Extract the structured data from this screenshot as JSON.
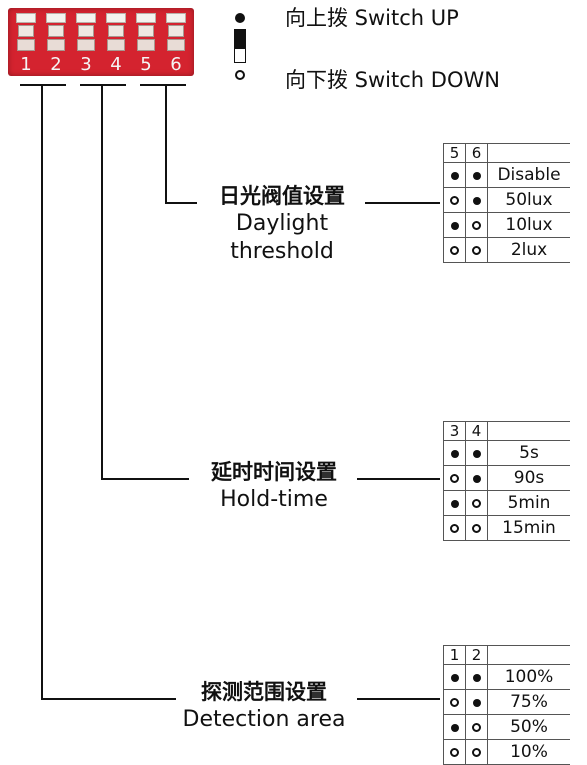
{
  "dip_switch": {
    "numbers": [
      "1",
      "2",
      "3",
      "4",
      "5",
      "6"
    ]
  },
  "legend": {
    "up_label": "向上拨 Switch UP",
    "down_label": "向下拨 Switch DOWN"
  },
  "daylight": {
    "label_cn": "日光阀值设置",
    "label_en_line1": "Daylight",
    "label_en_line2": "threshold",
    "headers": [
      "5",
      "6",
      ""
    ],
    "rows": [
      {
        "a": "on",
        "b": "on",
        "value": "Disable"
      },
      {
        "a": "off",
        "b": "on",
        "value": "50lux"
      },
      {
        "a": "on",
        "b": "off",
        "value": "10lux"
      },
      {
        "a": "off",
        "b": "off",
        "value": "2lux"
      }
    ]
  },
  "hold_time": {
    "label_cn": "延时时间设置",
    "label_en": "Hold-time",
    "headers": [
      "3",
      "4",
      ""
    ],
    "rows": [
      {
        "a": "on",
        "b": "on",
        "value": "5s"
      },
      {
        "a": "off",
        "b": "on",
        "value": "90s"
      },
      {
        "a": "on",
        "b": "off",
        "value": "5min"
      },
      {
        "a": "off",
        "b": "off",
        "value": "15min"
      }
    ]
  },
  "detection": {
    "label_cn": "探测范围设置",
    "label_en": "Detection area",
    "headers": [
      "1",
      "2",
      ""
    ],
    "rows": [
      {
        "a": "on",
        "b": "on",
        "value": "100%"
      },
      {
        "a": "off",
        "b": "on",
        "value": "75%"
      },
      {
        "a": "on",
        "b": "off",
        "value": "50%"
      },
      {
        "a": "off",
        "b": "off",
        "value": "10%"
      }
    ]
  }
}
